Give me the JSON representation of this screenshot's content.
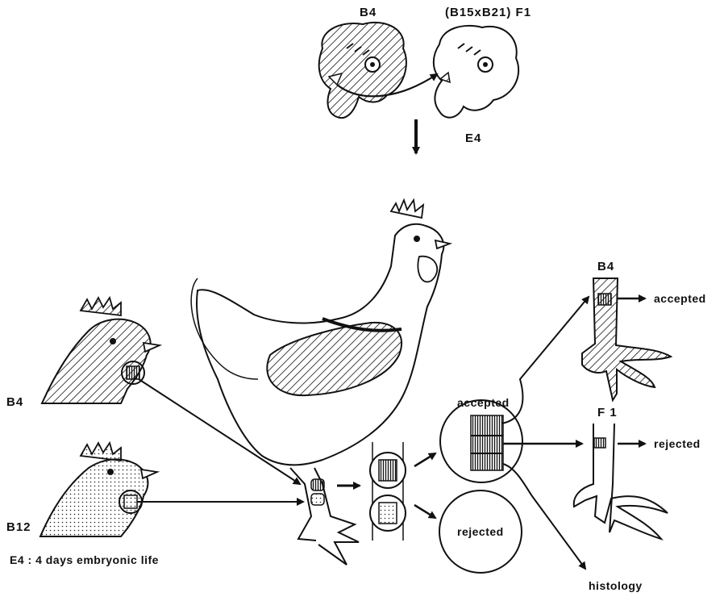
{
  "embryos": {
    "donor_label": "B4",
    "host_label": "(B15xB21) F1",
    "stage_label": "E4"
  },
  "donors": {
    "b4_label": "B4",
    "b12_label": "B12"
  },
  "legend": {
    "e4_note": "E4 : 4 days embryonic life"
  },
  "outcomes": {
    "accepted_circle_label": "accepted",
    "rejected_circle_label": "rejected",
    "b4_leg_label": "B4",
    "f1_leg_label": "F 1",
    "b4_result": "accepted",
    "f1_result": "rejected",
    "histology_label": "histology"
  }
}
